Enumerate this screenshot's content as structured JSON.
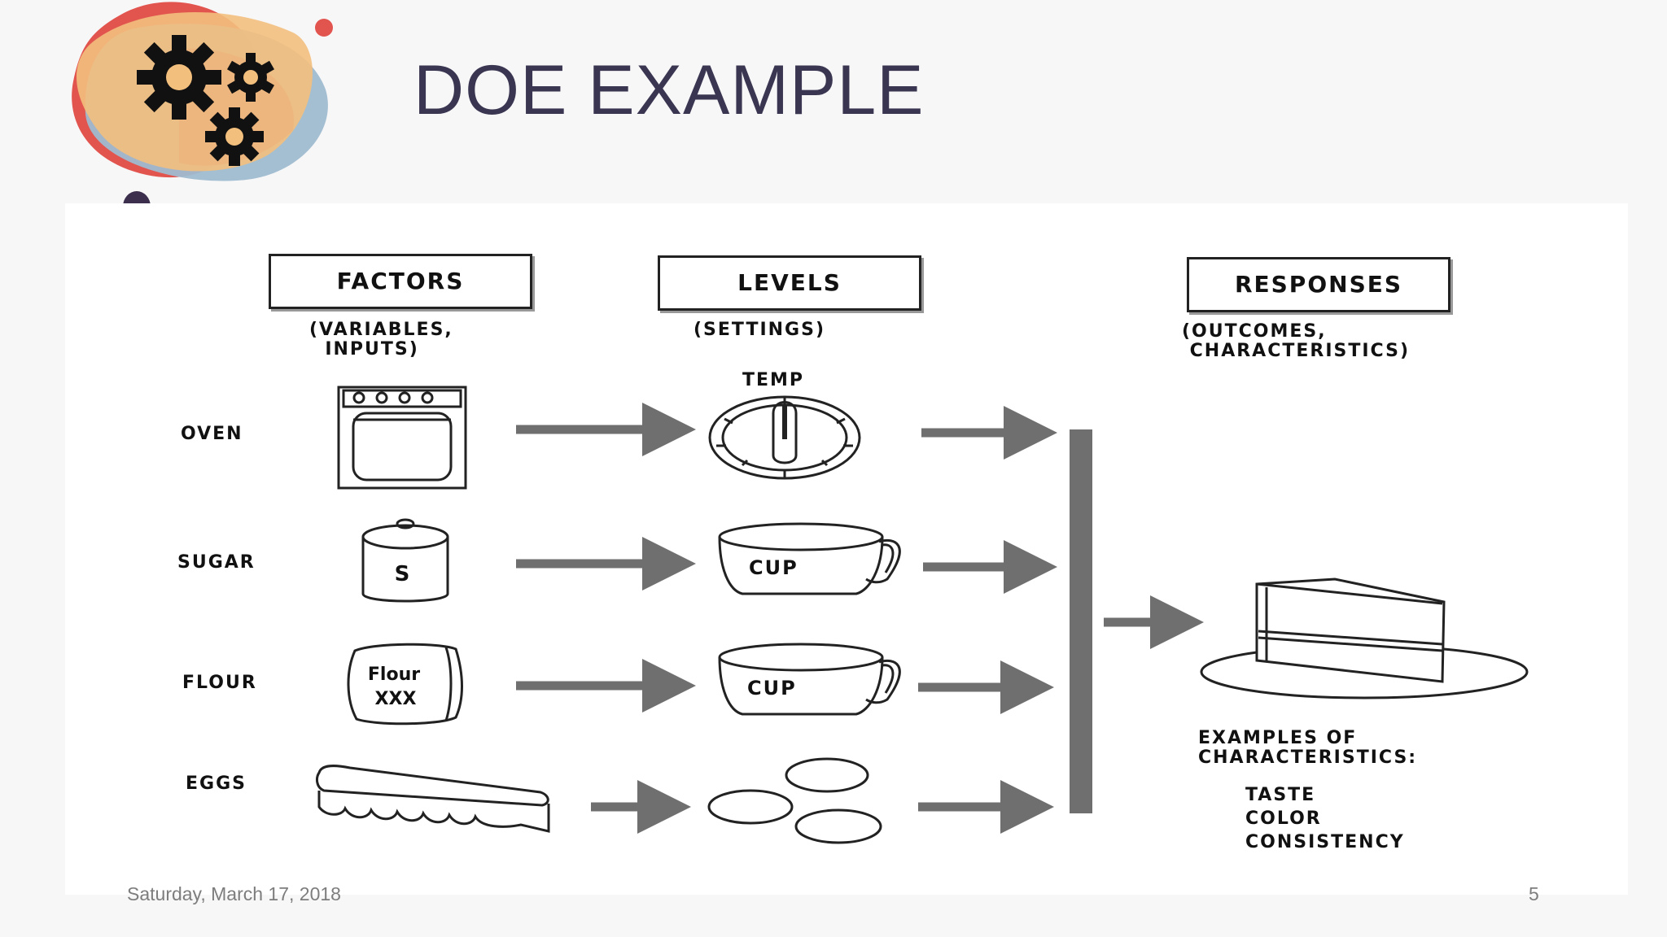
{
  "slide": {
    "title": "DOE EXAMPLE",
    "date": "Saturday, March 17, 2018",
    "page_number": "5"
  },
  "diagram": {
    "headers": {
      "factors": "FACTORS",
      "factors_sub": "(VARIABLES,\n  INPUTS)",
      "levels": "LEVELS",
      "levels_sub": "(SETTINGS)",
      "responses": "RESPONSES",
      "responses_sub": "(OUTCOMES,\n CHARACTERISTICS)"
    },
    "factors": [
      {
        "label": "OVEN",
        "icon": "oven-icon"
      },
      {
        "label": "SUGAR",
        "icon": "sugar-canister-icon"
      },
      {
        "label": "FLOUR",
        "icon": "flour-bag-icon"
      },
      {
        "label": "EGGS",
        "icon": "egg-carton-icon"
      }
    ],
    "levels": [
      {
        "label": "TEMP",
        "icon": "temperature-dial-icon"
      },
      {
        "label": "CUP",
        "icon": "measuring-cup-icon"
      },
      {
        "label": "CUP",
        "icon": "measuring-cup-icon"
      },
      {
        "label": "",
        "icon": "eggs-icon"
      }
    ],
    "sugar_jar_letter": "S",
    "flour_bag_text": "Flour\nXXX",
    "response_icon": "cake-slice-icon",
    "examples_heading": "EXAMPLES OF\nCHARACTERISTICS:",
    "examples": [
      "TASTE",
      "COLOR",
      "CONSISTENCY"
    ]
  },
  "colors": {
    "title": "#3a3651",
    "arrow": "#6f6f6f",
    "logo_red": "#e2554f",
    "logo_orange": "#f3bf7d",
    "logo_blue": "#9fbcd0",
    "logo_dark": "#3b2f4d"
  }
}
